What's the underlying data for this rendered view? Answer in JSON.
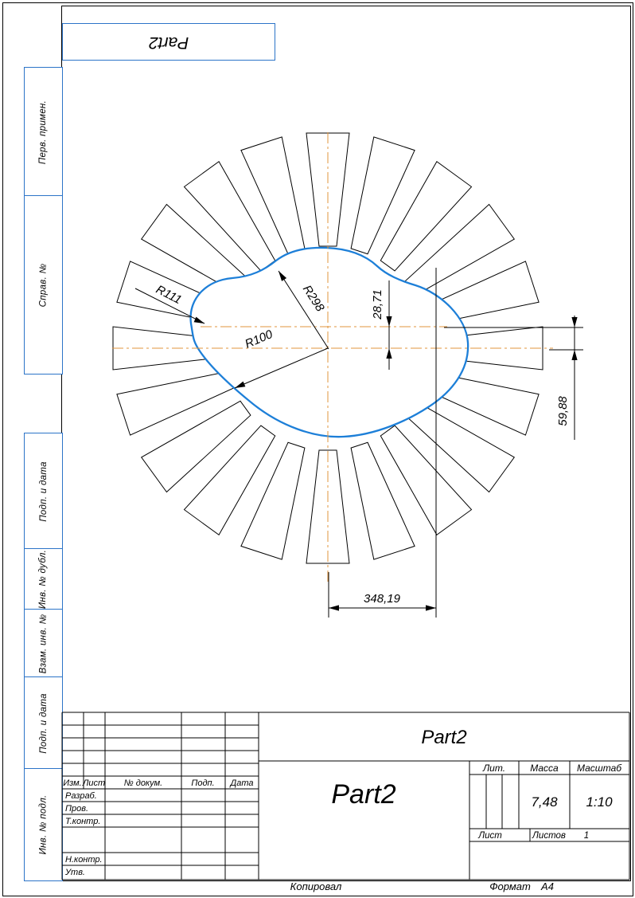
{
  "sheet": {
    "title_stamp": "Part2"
  },
  "side_labels": [
    "Перв. примен.",
    "Справ. №",
    "Подп. и дата",
    "Инв. № дубл.",
    "Взам. инв. №",
    "Подп. и дата",
    "Инв. № подл."
  ],
  "drawing": {
    "dims": {
      "r111": "R111",
      "r298": "R298",
      "r100": "R100",
      "v2871": "28,71",
      "v5988": "59,88",
      "v34819": "348,19"
    },
    "colors": {
      "outline": "#1d7fd8",
      "centerline": "#e0953c",
      "frame_accent": "#2c74c8"
    }
  },
  "title_block": {
    "doc_title": "Part2",
    "part_name": "Part2",
    "header_cols": [
      "Изм.",
      "Лист",
      "№ докум.",
      "Подп.",
      "Дата"
    ],
    "sign_rows": [
      "Разраб.",
      "Пров.",
      "Т.контр.",
      "Н.контр.",
      "Утв."
    ],
    "lit_label": "Лит.",
    "mass_label": "Масса",
    "mass_value": "7,48",
    "scale_label": "Масштаб",
    "scale_value": "1:10",
    "sheet_label": "Лист",
    "sheets_label": "Листов",
    "sheets_value": "1"
  },
  "footer": {
    "copied": "Копировал",
    "format_label": "Формат",
    "format_value": "А4"
  }
}
